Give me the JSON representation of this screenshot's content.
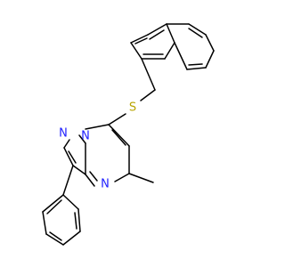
{
  "molecule": {
    "atoms": {
      "sulfur": {
        "symbol": "S",
        "color": "#b8a400"
      },
      "n_bridge": {
        "symbol": "N",
        "color": "#1f1fff"
      },
      "n_pyrazole": {
        "symbol": "N",
        "color": "#1f1fff"
      },
      "n_pyrimidine": {
        "symbol": "N",
        "color": "#1f1fff"
      }
    },
    "bond_color": "#000000"
  }
}
